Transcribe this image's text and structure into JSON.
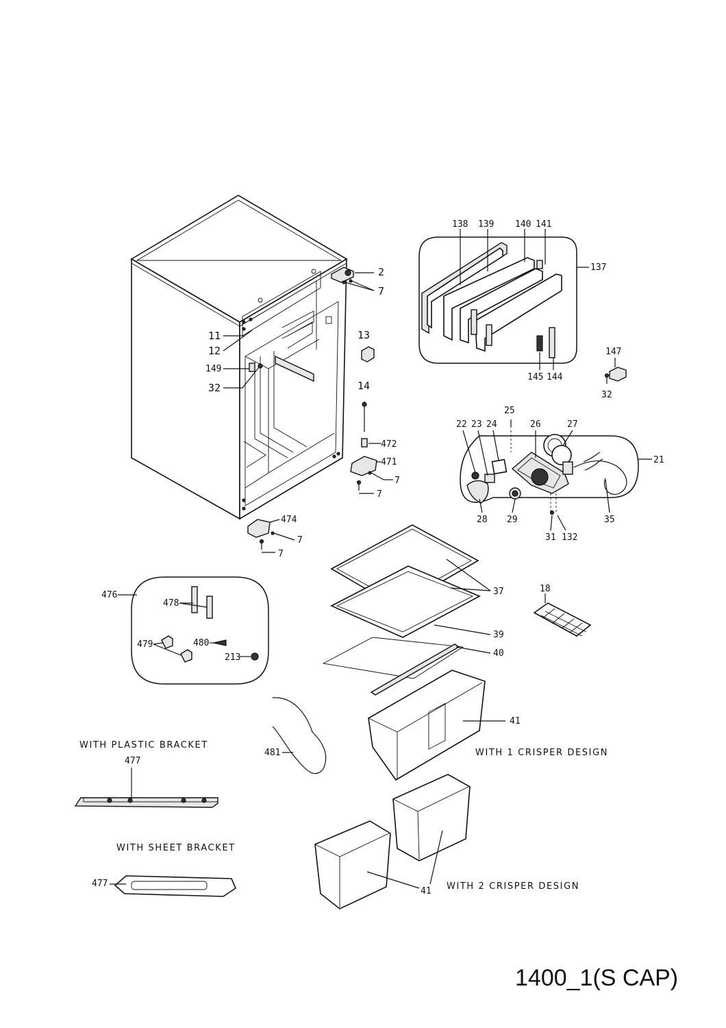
{
  "page_title": "1400_1(S CAP)",
  "captions": {
    "plastic_bracket": "WITH PLASTIC BRACKET",
    "sheet_bracket": "WITH SHEET BRACKET",
    "one_crisper": "WITH 1 CRISPER DESIGN",
    "two_crisper": "WITH 2 CRISPER DESIGN"
  },
  "labels": {
    "p2": "2",
    "p7a": "7",
    "p7b": "7",
    "p7c": "7",
    "p7d": "7",
    "p7e": "7",
    "p11": "11",
    "p12": "12",
    "p149": "149",
    "p32a": "32",
    "p13": "13",
    "p14": "14",
    "p472": "472",
    "p471": "471",
    "p474": "474",
    "p138": "138",
    "p139": "139",
    "p140": "140",
    "p141": "141",
    "p137": "137",
    "p145": "145",
    "p144": "144",
    "p147": "147",
    "p32b": "32",
    "p25": "25",
    "p22": "22",
    "p23": "23",
    "p24": "24",
    "p26": "26",
    "p27": "27",
    "p21": "21",
    "p28": "28",
    "p29": "29",
    "p35": "35",
    "p31": "31",
    "p132": "132",
    "p37": "37",
    "p18": "18",
    "p39": "39",
    "p40": "40",
    "p41a": "41",
    "p41b": "41",
    "p476": "476",
    "p478": "478",
    "p479": "479",
    "p480": "480",
    "p213": "213",
    "p481": "481",
    "p477a": "477",
    "p477b": "477"
  }
}
